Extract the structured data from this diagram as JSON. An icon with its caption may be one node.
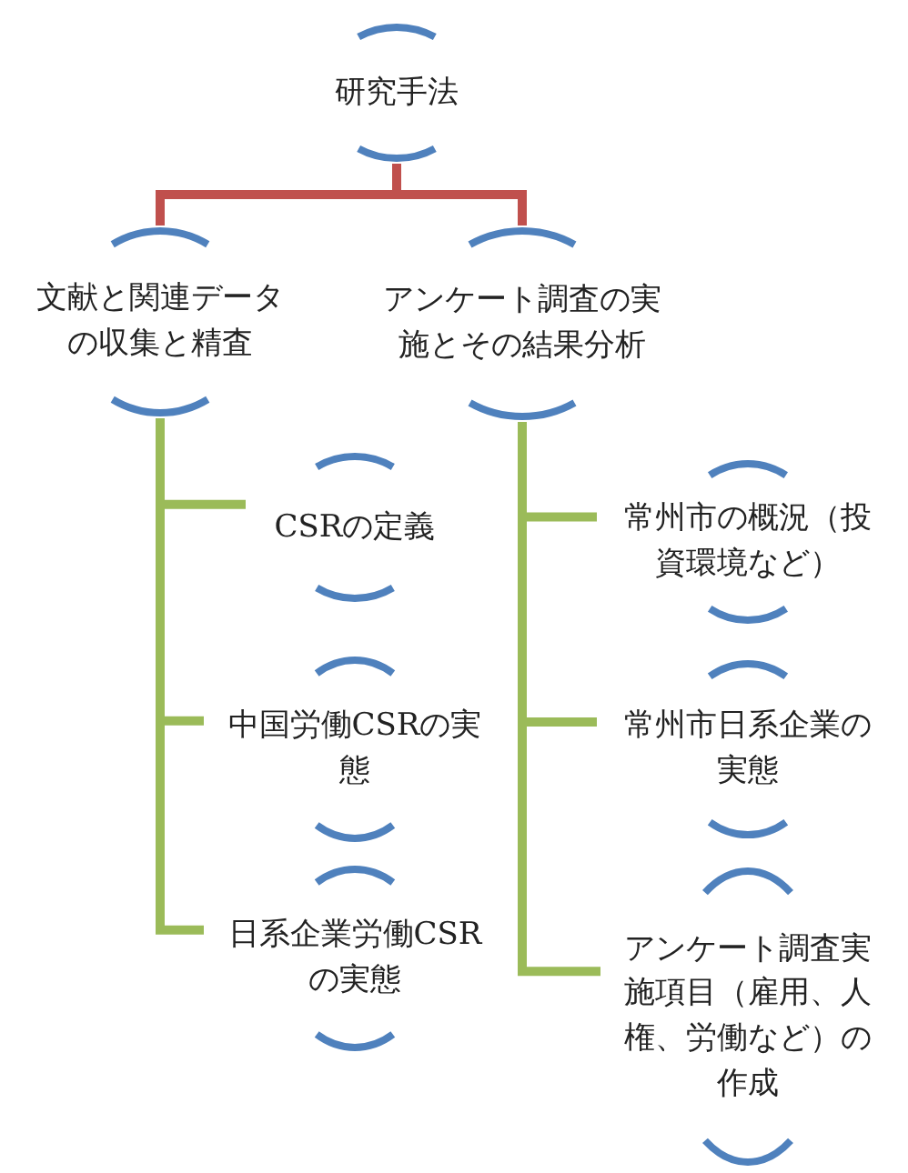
{
  "diagram": {
    "nodes": [
      {
        "text": [
          "研究手法"
        ]
      },
      {
        "text": [
          "文献と関連データの収集と精査"
        ]
      },
      {
        "text": [
          "アンケート調査の実施とその結果分析"
        ]
      },
      {
        "text": [
          "CSRの定義"
        ]
      },
      {
        "text": [
          "中国労働CSRの実態"
        ]
      },
      {
        "text": [
          "日系企業労働CSRの実態"
        ]
      },
      {
        "text": [
          "常州市の概況（投資環境など）"
        ]
      },
      {
        "text": [
          "常州市日系企業の実態"
        ]
      },
      {
        "text": [
          "アンケート調査実施項目（雇用、人権、労働など）の作成"
        ]
      }
    ],
    "edges": [
      {
        "from": 0,
        "to": 1,
        "arrow": "none",
        "color": "#c0504d"
      },
      {
        "from": 0,
        "to": 2,
        "arrow": "none",
        "color": "#c0504d"
      },
      {
        "from": 1,
        "to": 3,
        "arrow": "none"
      },
      {
        "from": 1,
        "to": 4,
        "arrow": "none"
      },
      {
        "from": 1,
        "to": 5,
        "arrow": "none"
      },
      {
        "from": 2,
        "to": 6,
        "arrow": "none"
      },
      {
        "from": 2,
        "to": 7,
        "arrow": "none"
      },
      {
        "from": 2,
        "to": 8,
        "arrow": "none"
      }
    ]
  }
}
